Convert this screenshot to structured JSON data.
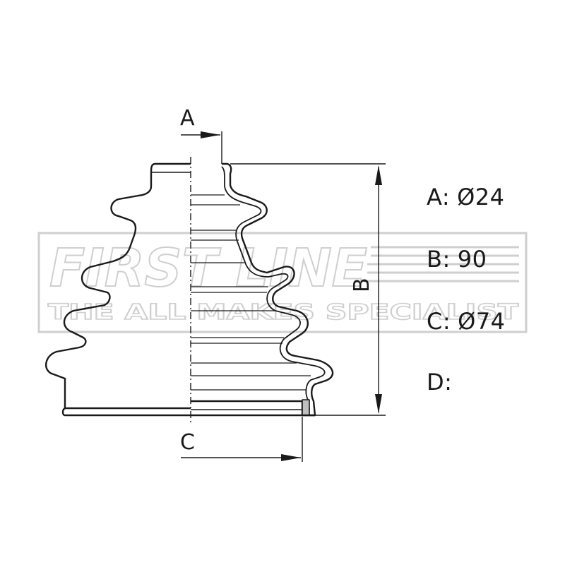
{
  "watermark": {
    "brand": "FIRST LINE",
    "tagline": "THE ALL MAKES SPECIALIST"
  },
  "dimension_labels": {
    "a": "A",
    "b": "B",
    "c": "C"
  },
  "specs": [
    {
      "key": "A:",
      "value": "Ø24"
    },
    {
      "key": "B:",
      "value": "90"
    },
    {
      "key": "C:",
      "value": "Ø74"
    },
    {
      "key": "D:",
      "value": ""
    }
  ],
  "colors": {
    "line": "#1a1a1a",
    "watermark_outline": "#cfcfcf"
  }
}
